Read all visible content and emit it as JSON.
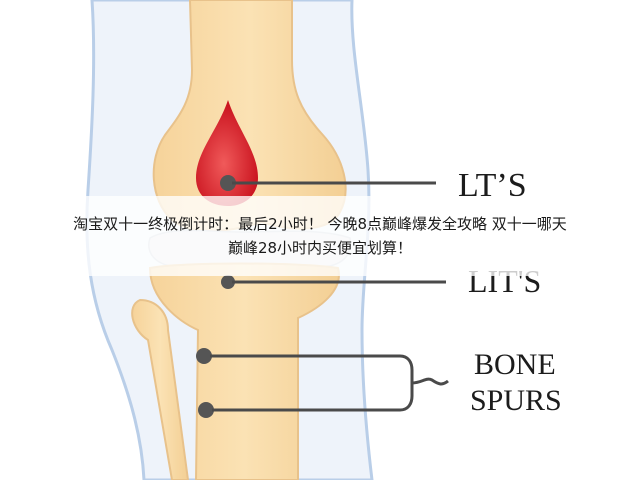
{
  "labels": {
    "lts": "LT’S",
    "lits": "LIT'S",
    "bone": "BONE",
    "spurs": "SPURS"
  },
  "overlay": {
    "line1": "淘宝双十一终极倒计时：最后2小时！ 今晚8点巅峰爆发全攻略 双十一哪天",
    "line2": "巅峰28小时内买便宜划算！"
  },
  "colors": {
    "bone_fill": "#f9dba3",
    "bone_edge": "#e8c28b",
    "cartilage": "#e7e9ee",
    "leg_outline": "#b9cee8",
    "leg_fill": "#eef3fa",
    "red_lesion": "#d51f2a",
    "pointer_line": "#4a4a4a",
    "text": "#1a1a1a"
  }
}
